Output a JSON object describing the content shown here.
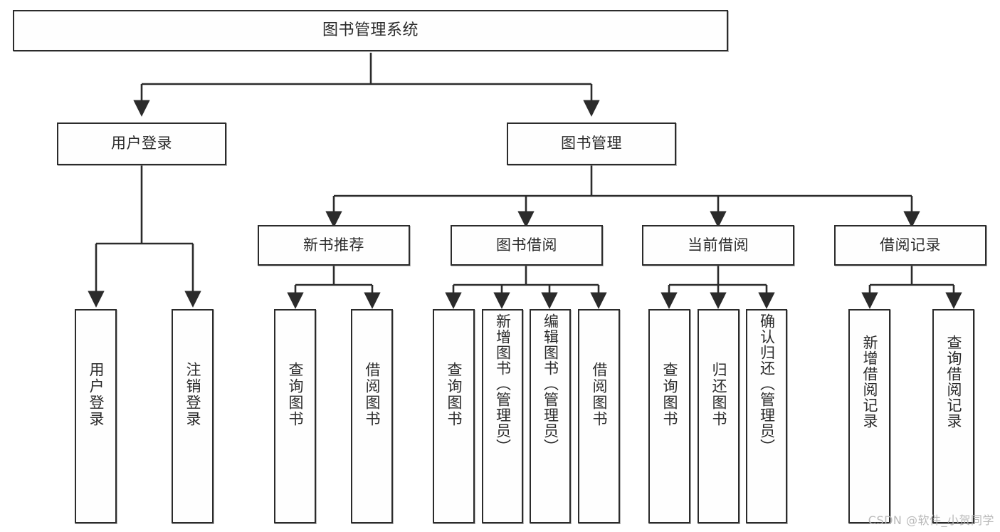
{
  "diagram": {
    "type": "tree",
    "title": "图书管理系统",
    "orientation": "top-down",
    "colors": {
      "stroke": "#2b2b2b",
      "fill": "#fefefe",
      "text": "#2b2b2b",
      "watermark": "#b9b9b9"
    }
  },
  "nodes": {
    "root": {
      "label": "图书管理系统"
    },
    "level1": [
      {
        "id": "user-login",
        "label": "用户登录"
      },
      {
        "id": "book-manage",
        "label": "图书管理"
      }
    ],
    "level2": [
      {
        "id": "new-book-recommend",
        "label": "新书推荐"
      },
      {
        "id": "book-borrow",
        "label": "图书借阅"
      },
      {
        "id": "current-borrow",
        "label": "当前借阅"
      },
      {
        "id": "borrow-record",
        "label": "借阅记录"
      }
    ],
    "leaves": {
      "user-login": [
        {
          "id": "leaf-user-login",
          "label": "用户登录"
        },
        {
          "id": "leaf-logout",
          "label": "注销登录"
        }
      ],
      "new-book-recommend": [
        {
          "id": "leaf-query-book-1",
          "label": "查询图书"
        },
        {
          "id": "leaf-borrow-book-1",
          "label": "借阅图书"
        }
      ],
      "book-borrow": [
        {
          "id": "leaf-query-book-2",
          "label": "查询图书"
        },
        {
          "id": "leaf-add-book",
          "label": "新增图书（管理员）"
        },
        {
          "id": "leaf-edit-book",
          "label": "编辑图书（管理员）"
        },
        {
          "id": "leaf-borrow-book-2",
          "label": "借阅图书"
        }
      ],
      "current-borrow": [
        {
          "id": "leaf-query-book-3",
          "label": "查询图书"
        },
        {
          "id": "leaf-return-book",
          "label": "归还图书"
        },
        {
          "id": "leaf-confirm-return",
          "label": "确认归还（管理员）"
        }
      ],
      "borrow-record": [
        {
          "id": "leaf-add-record",
          "label": "新增借阅记录"
        },
        {
          "id": "leaf-query-record",
          "label": "查询借阅记录"
        }
      ]
    }
  },
  "watermark": {
    "text": "CSDN @软件_小贺同学"
  }
}
